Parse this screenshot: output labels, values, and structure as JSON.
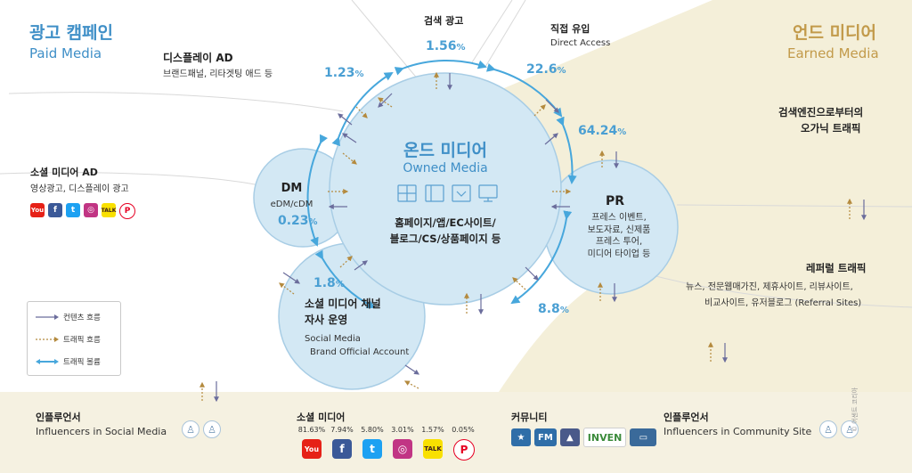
{
  "paid_media": {
    "title_ko": "광고 캠페인",
    "title_en": "Paid Media"
  },
  "earned_media": {
    "title_ko": "언드 미디어",
    "title_en": "Earned Media"
  },
  "owned_media": {
    "title_ko": "온드 미디어",
    "title_en": "Owned Media",
    "desc_line1": "홈페이지/앱/EC사이트/",
    "desc_line2": "블로그/CS/상품페이지 등"
  },
  "display_ad": {
    "title": "디스플레이 AD",
    "desc": "브랜드패널, 리타겟팅 애드 등",
    "pct": "1.23",
    "unit": "%"
  },
  "search_ad": {
    "title": "검색 광고",
    "pct": "1.56",
    "unit": "%"
  },
  "direct": {
    "title": "직접 유입",
    "desc": "Direct Access",
    "pct": "22.6",
    "unit": "%"
  },
  "organic": {
    "title_line1": "검색엔진으로부터의",
    "title_line2": "오가닉 트래픽",
    "pct": "64.24",
    "unit": "%"
  },
  "social_ad": {
    "title": "소셜 미디어 AD",
    "desc": "영상광고, 디스플레이 광고",
    "icons": [
      "YouTube",
      "Facebook",
      "Twitter",
      "Instagram",
      "Talk",
      "Pinterest"
    ]
  },
  "dm": {
    "title": "DM",
    "desc": "eDM/cDM",
    "pct": "0.23",
    "unit": "%"
  },
  "pr": {
    "title": "PR",
    "lines": [
      "프레스 이벤트,",
      "보도자료, 신제품",
      "프레스 투어,",
      "미디어 타이업 등"
    ]
  },
  "referral": {
    "title": "레퍼럴 트래픽",
    "line1": "뉴스, 전문웹매가진, 제휴사이트, 리뷰사이트,",
    "line2": "비교사이트, 유저블로그 (Referral Sites)",
    "pct": "8.8",
    "unit": "%"
  },
  "social_channel": {
    "title_line1": "소셜 미디어 채널",
    "title_line2": "자사 운영",
    "desc_line1": "Social Media",
    "desc_line2": "Brand Official Account",
    "pct": "1.8",
    "unit": "%"
  },
  "legend": {
    "content_flow": "컨텐츠 흐름",
    "traffic_flow": "트래픽 흐름",
    "traffic_volume": "트래픽 볼륨"
  },
  "bottom": {
    "influencer_social": {
      "title": "인플루언서",
      "desc": "Influencers in Social Media"
    },
    "social_media": {
      "title": "소셜 미디어",
      "shares": [
        "81.63%",
        "7.94%",
        "5.80%",
        "3.01%",
        "1.57%",
        "0.05%"
      ],
      "icons": [
        "YouTube",
        "Facebook",
        "Twitter",
        "Instagram",
        "Talk",
        "Pinterest"
      ]
    },
    "community": {
      "title": "커뮤니티",
      "logos": [
        "FM",
        "INVEN"
      ]
    },
    "influencer_community": {
      "title": "인플루언서",
      "desc": "Influencers in Community Site"
    }
  },
  "copyright": "© 어센트 코리아",
  "colors": {
    "owned_circle": "#d3e8f4",
    "circle_edge": "#a8cde5",
    "earned_bg": "#f4efd9",
    "bottom_bg": "#f5f1e1",
    "accent_blue": "#3f8fc7",
    "accent_gold": "#c29a4a"
  }
}
